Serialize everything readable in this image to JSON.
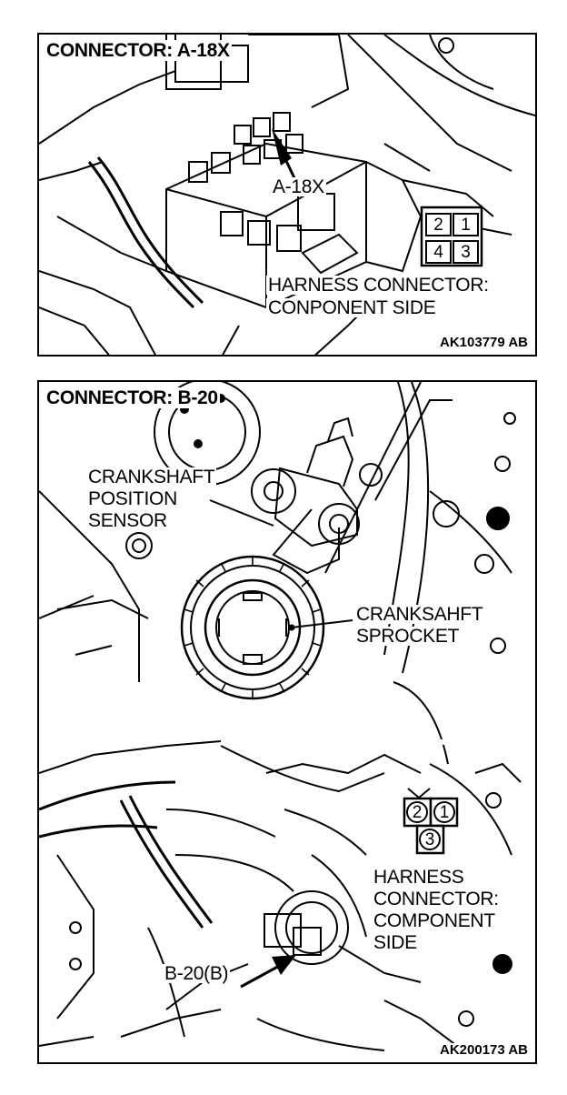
{
  "panel_a": {
    "title": "CONNECTOR: A-18X",
    "callout": "A-18X",
    "connector_label_line1": "HARNESS CONNECTOR:",
    "connector_label_line2": "CONPONENT SIDE",
    "pins": [
      "2",
      "1",
      "4",
      "3"
    ],
    "figure_code": "AK103779 AB"
  },
  "panel_b": {
    "title": "CONNECTOR: B-20",
    "sensor_label_line1": "CRANKSHAFT",
    "sensor_label_line2": "POSITION",
    "sensor_label_line3": "SENSOR",
    "sprocket_label_line1": "CRANKSAHFT",
    "sprocket_label_line2": "SPROCKET",
    "pins": [
      "2",
      "1",
      "3"
    ],
    "connector_label_line1": "HARNESS",
    "connector_label_line2": "CONNECTOR:",
    "connector_label_line3": "COMPONENT",
    "connector_label_line4": "SIDE",
    "callout": "B-20(B)",
    "figure_code": "AK200173 AB"
  }
}
